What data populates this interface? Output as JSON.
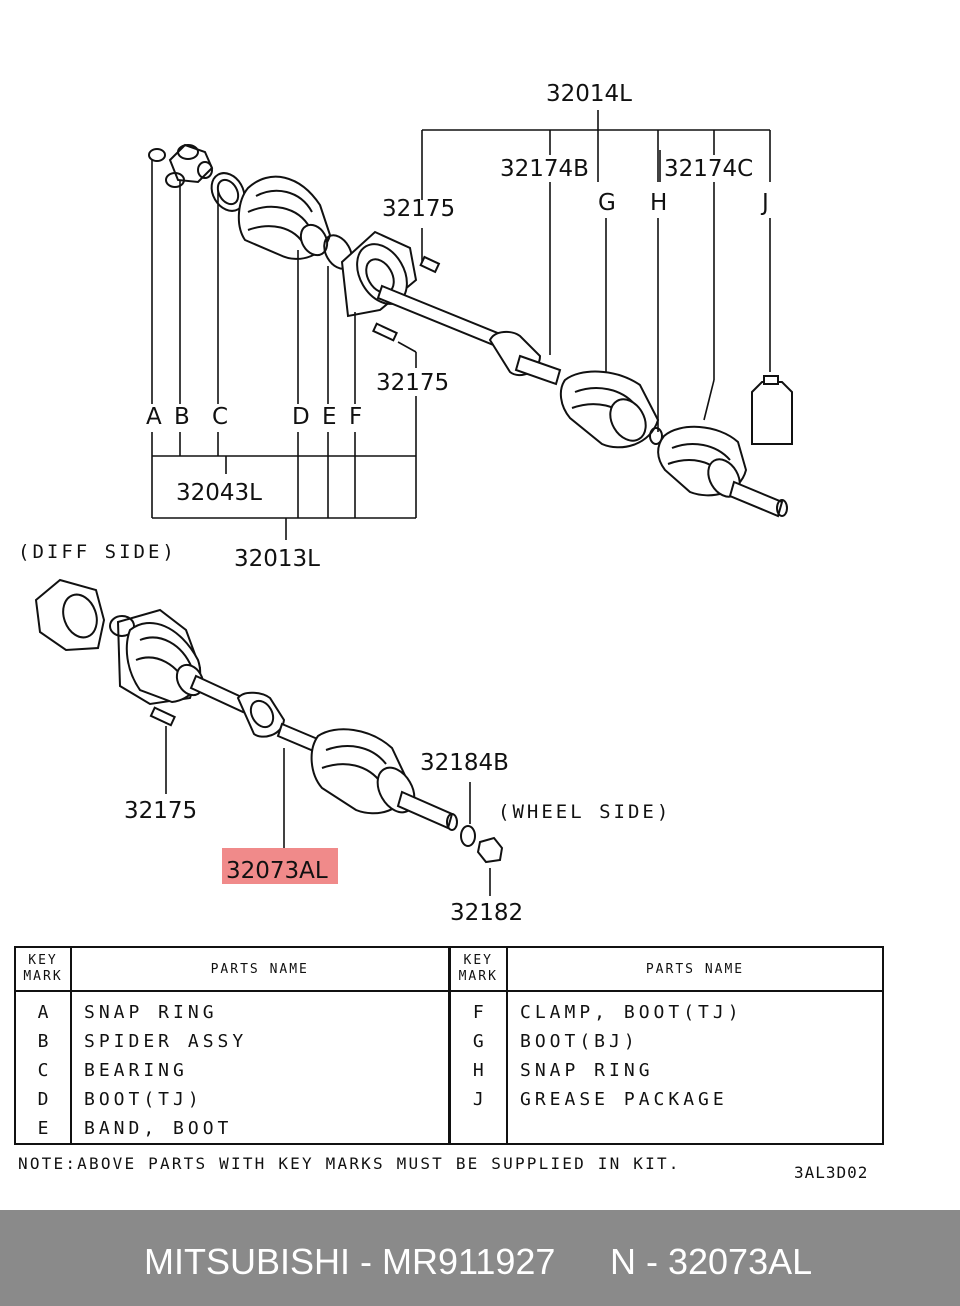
{
  "diagram": {
    "callouts": {
      "kit_outer": "32014L",
      "boot_bj_kit": "32174B",
      "boot_tj_kit": "32174C",
      "bolt_top": "32175",
      "bolt_mid": "32175",
      "kit_inner": "32043L",
      "shaft_assy_inner": "32013L",
      "bolt_bottom": "32175",
      "washer": "32184B",
      "nut": "32182",
      "highlighted_part": "32073AL"
    },
    "key_letters": {
      "a": "A",
      "b": "B",
      "c": "C",
      "d": "D",
      "e": "E",
      "f": "F",
      "g": "G",
      "h": "H",
      "j": "J"
    },
    "side_labels": {
      "diff": "(DIFF SIDE)",
      "wheel": "(WHEEL SIDE)"
    },
    "highlight_color": "#f08a8a"
  },
  "table": {
    "header_key_mark_1": "KEY",
    "header_key_mark_2": "MARK",
    "header_parts_name": "PARTS NAME",
    "left_rows": [
      {
        "key": "A",
        "name": "SNAP RING"
      },
      {
        "key": "B",
        "name": "SPIDER ASSY"
      },
      {
        "key": "C",
        "name": "BEARING"
      },
      {
        "key": "D",
        "name": "BOOT(TJ)"
      },
      {
        "key": "E",
        "name": "BAND, BOOT"
      }
    ],
    "right_rows": [
      {
        "key": "F",
        "name": "CLAMP, BOOT(TJ)"
      },
      {
        "key": "G",
        "name": "BOOT(BJ)"
      },
      {
        "key": "H",
        "name": "SNAP RING"
      },
      {
        "key": "J",
        "name": "GREASE PACKAGE"
      },
      {
        "key": "",
        "name": ""
      }
    ]
  },
  "note": "NOTE:ABOVE PARTS WITH KEY MARKS MUST BE SUPPLIED IN KIT.",
  "drawing_code": "3AL3D02",
  "footer": {
    "left": "MITSUBISHI - MR911927",
    "right": "N - 32073AL",
    "background": "#8a8a8a"
  }
}
